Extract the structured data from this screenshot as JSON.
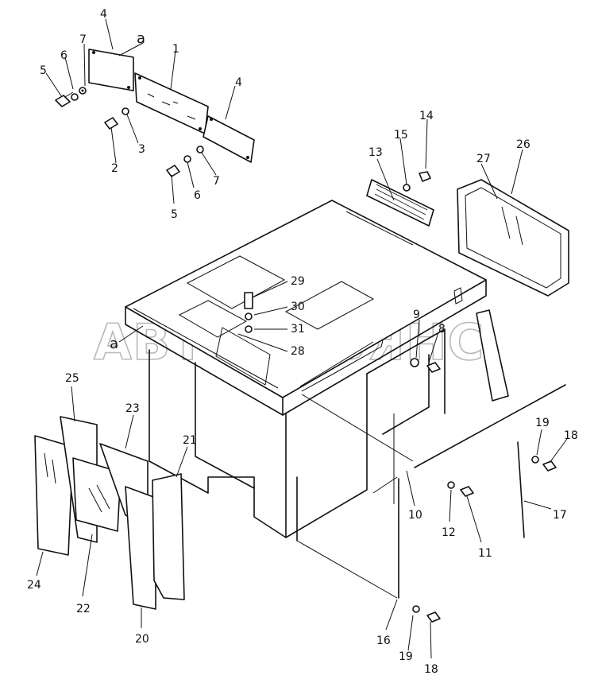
{
  "watermark": "АВТОАЛЬЯНС",
  "callouts": [
    {
      "id": "c1",
      "text": "1"
    },
    {
      "id": "c2",
      "text": "2"
    },
    {
      "id": "c3",
      "text": "3"
    },
    {
      "id": "c4a",
      "text": "4"
    },
    {
      "id": "c4b",
      "text": "4"
    },
    {
      "id": "c5a",
      "text": "5"
    },
    {
      "id": "c5b",
      "text": "5"
    },
    {
      "id": "c6a",
      "text": "6"
    },
    {
      "id": "c6b",
      "text": "6"
    },
    {
      "id": "c7a",
      "text": "7"
    },
    {
      "id": "c7b",
      "text": "7"
    },
    {
      "id": "c8",
      "text": "8"
    },
    {
      "id": "c9",
      "text": "9"
    },
    {
      "id": "c10",
      "text": "10"
    },
    {
      "id": "c11",
      "text": "11"
    },
    {
      "id": "c12",
      "text": "12"
    },
    {
      "id": "c13",
      "text": "13"
    },
    {
      "id": "c14",
      "text": "14"
    },
    {
      "id": "c15",
      "text": "15"
    },
    {
      "id": "c16",
      "text": "16"
    },
    {
      "id": "c17",
      "text": "17"
    },
    {
      "id": "c18a",
      "text": "18"
    },
    {
      "id": "c18b",
      "text": "18"
    },
    {
      "id": "c19a",
      "text": "19"
    },
    {
      "id": "c19b",
      "text": "19"
    },
    {
      "id": "c20",
      "text": "20"
    },
    {
      "id": "c21",
      "text": "21"
    },
    {
      "id": "c22",
      "text": "22"
    },
    {
      "id": "c23",
      "text": "23"
    },
    {
      "id": "c24",
      "text": "24"
    },
    {
      "id": "c25",
      "text": "25"
    },
    {
      "id": "c26",
      "text": "26"
    },
    {
      "id": "c27",
      "text": "27"
    },
    {
      "id": "c28",
      "text": "28"
    },
    {
      "id": "c29",
      "text": "29"
    },
    {
      "id": "c30",
      "text": "30"
    },
    {
      "id": "c31",
      "text": "31"
    },
    {
      "id": "ca1",
      "text": "a"
    },
    {
      "id": "ca2",
      "text": "a"
    }
  ]
}
